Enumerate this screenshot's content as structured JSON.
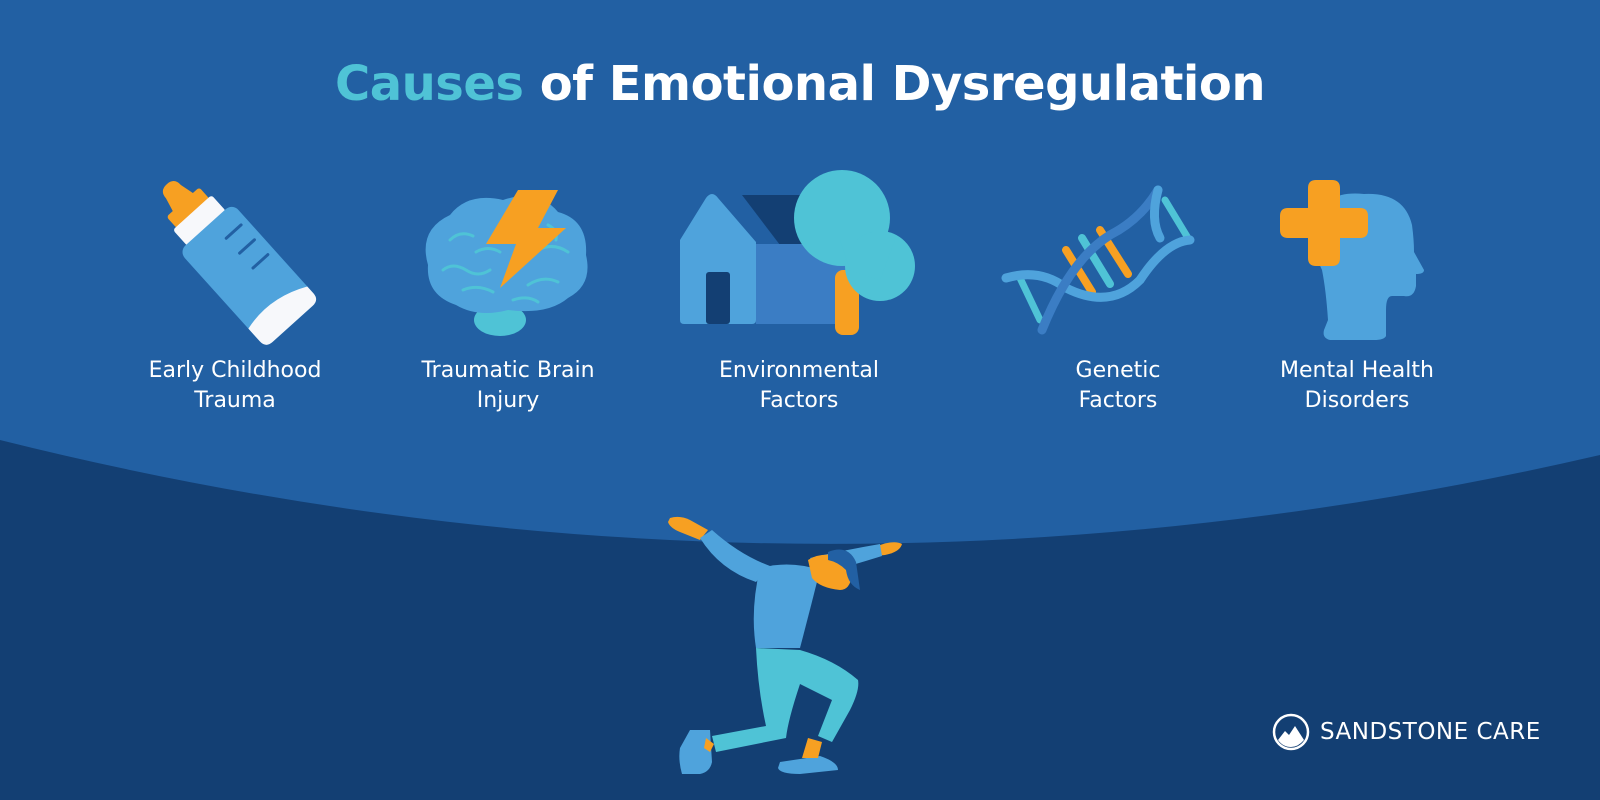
{
  "title": {
    "accent": "Causes",
    "rest": " of Emotional Dysregulation"
  },
  "causes": [
    {
      "icon": "baby-bottle-icon",
      "line1": "Early Childhood",
      "line2": "Trauma"
    },
    {
      "icon": "brain-lightning-icon",
      "line1": "Traumatic Brain",
      "line2": "Injury"
    },
    {
      "icon": "house-tree-icon",
      "line1": "Environmental",
      "line2": "Factors"
    },
    {
      "icon": "dna-icon",
      "line1": "Genetic",
      "line2": "Factors"
    },
    {
      "icon": "head-cross-icon",
      "line1": "Mental Health",
      "line2": "Disorders"
    }
  ],
  "brand": {
    "name": "SANDSTONE CARE"
  },
  "colors": {
    "background_light": "#2260a3",
    "background_dark": "#133f73",
    "accent_teal": "#4fc3d6",
    "accent_orange": "#f7a022",
    "icon_blue": "#4fa3dc",
    "text": "#ffffff"
  }
}
